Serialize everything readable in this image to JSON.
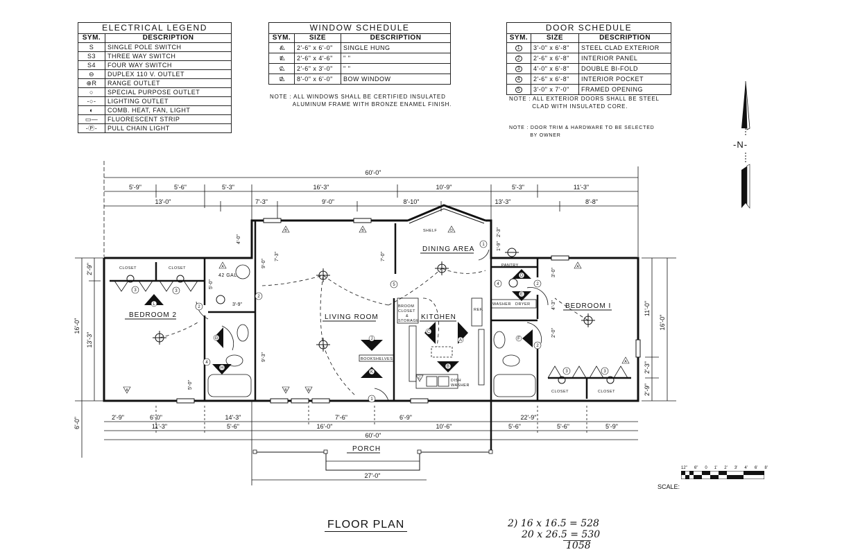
{
  "electrical_legend": {
    "title": "ELECTRICAL LEGEND",
    "headers": [
      "SYM.",
      "DESCRIPTION"
    ],
    "rows": [
      {
        "sym": "S",
        "desc": "SINGLE POLE SWITCH"
      },
      {
        "sym": "S3",
        "desc": "THREE WAY SWITCH"
      },
      {
        "sym": "S4",
        "desc": "FOUR WAY SWITCH"
      },
      {
        "sym": "⊖",
        "desc": "DUPLEX 110 V. OUTLET"
      },
      {
        "sym": "⊕R",
        "desc": "RANGE OUTLET"
      },
      {
        "sym": "○",
        "desc": "SPECIAL PURPOSE OUTLET"
      },
      {
        "sym": "-○-",
        "desc": "LIGHTING OUTLET"
      },
      {
        "sym": "◐",
        "desc": "COMB. HEAT, FAN, LIGHT"
      },
      {
        "sym": "▭—",
        "desc": "FLUORESCENT STRIP"
      },
      {
        "sym": "-Ⓟ-",
        "desc": "PULL CHAIN LIGHT"
      }
    ]
  },
  "window_schedule": {
    "title": "WINDOW SCHEDULE",
    "headers": [
      "SYM.",
      "SIZE",
      "DESCRIPTION"
    ],
    "rows": [
      {
        "sym": "A",
        "size": "2'-6\" x 6'-0\"",
        "desc": "SINGLE HUNG"
      },
      {
        "sym": "B",
        "size": "2'-6\" x 4'-6\"",
        "desc": "\"          \""
      },
      {
        "sym": "C",
        "size": "2'-6\" x 3'-0\"",
        "desc": "\"          \""
      },
      {
        "sym": "D",
        "size": "8'-0\" x 6'-0\"",
        "desc": "BOW WINDOW"
      }
    ],
    "note": "NOTE : ALL WINDOWS SHALL BE CERTIFIED INSULATED\n           ALUMINUM FRAME WITH BRONZE ENAMEL FINISH."
  },
  "door_schedule": {
    "title": "DOOR SCHEDULE",
    "headers": [
      "SYM.",
      "SIZE",
      "DESCRIPTION"
    ],
    "rows": [
      {
        "sym": "1",
        "size": "3'-0\" x 6'-8\"",
        "desc": "STEEL CLAD EXTERIOR"
      },
      {
        "sym": "2",
        "size": "2'-6\" x 6'-8\"",
        "desc": "INTERIOR PANEL"
      },
      {
        "sym": "3",
        "size": "4'-0\" x 6'-8\"",
        "desc": "DOUBLE BI-FOLD"
      },
      {
        "sym": "4",
        "size": "2'-6\" x 6'-8\"",
        "desc": "INTERIOR POCKET"
      },
      {
        "sym": "5",
        "size": "3'-0\" x 7'-0\"",
        "desc": "FRAMED OPENING"
      }
    ],
    "note1": "NOTE : ALL EXTERIOR DOORS SHALL BE STEEL\n           CLAD WITH INSULATED CORE.",
    "note2": "NOTE : DOOR TRIM & HARDWARE TO BE SELECTED\n           BY OWNER"
  },
  "north_arrow": {
    "label": "-N-"
  },
  "plan": {
    "title": "FLOOR PLAN",
    "rooms": {
      "bedroom2": "BEDROOM 2",
      "living": "LIVING ROOM",
      "dining": "DINING AREA",
      "kitchen": "KITCHEN",
      "bedroom1": "BEDROOM I",
      "porch": "PORCH",
      "closet": "CLOSET",
      "pantry": "PANTRY",
      "washer": "WASHER",
      "dryer": "DRYER",
      "broom": "BROOM",
      "broom2": "CLOSET",
      "broom3": "&",
      "broom4": "STORAGE",
      "bookshelves": "BOOKSHELVES",
      "shelf": "SHELF",
      "dishwasher1": "DISH",
      "dishwasher2": "WASHER",
      "ref": "REF.",
      "heater": "42 GAL."
    },
    "dims_top": {
      "overall": "60'-0\"",
      "row1": [
        "5'-9\"",
        "5'-6\"",
        "5'-3\"",
        "16'-3\"",
        "10'-9\"",
        "5'-3\"",
        "11'-3\""
      ],
      "row2": [
        "13'-0\"",
        "7'-3\"",
        "9'-0\"",
        "8'-10\"",
        "13'-3\"",
        "8'-8\""
      ]
    },
    "dims_bottom": {
      "row1": [
        "2'-9\"",
        "6'-0\"",
        "14'-3\"",
        "7'-6\"",
        "6'-9\"",
        "22'-9\""
      ],
      "row2": [
        "11'-3\"",
        "5'-6\"",
        "16'-0\"",
        "10'-6\"",
        "5'-6\"",
        "5'-6\"",
        "5'-9\""
      ],
      "overall": "60'-0\"",
      "porch": "27'-0\""
    },
    "dims_left": [
      "2'-9\"",
      "13'-3\"",
      "16'-0\"",
      "6'-0\""
    ],
    "dims_right": [
      "11'-0\"",
      "16'-0\"",
      "2'-3\"",
      "2'-9\""
    ],
    "dims_interior": [
      "4'-0\"",
      "5'-0\"",
      "3'-9\"",
      "7'-3\"",
      "7'-0\"",
      "9'-0\"",
      "9'-3\"",
      "5'-0\"",
      "2'-3\"",
      "1'-9\"",
      "3'-0\"",
      "4'-3\"",
      "2'-0\""
    ],
    "window_tags": [
      "A",
      "B",
      "C",
      "D"
    ],
    "door_tags": [
      "1",
      "2",
      "3",
      "4",
      "5"
    ],
    "fixture_tags": [
      "A",
      "B",
      "C",
      "D",
      "E",
      "F",
      "G",
      "H",
      "J",
      "K",
      "L"
    ]
  },
  "scale": {
    "label": "SCALE:",
    "ticks": [
      "12\"",
      "6\"",
      "0",
      "1'",
      "2'",
      "3'",
      "4'",
      "6'",
      "8'"
    ]
  },
  "handwritten": {
    "line1": "2) 16 x 16.5 = 528",
    "line2": "20 x 26.5 = 530",
    "line3": "1058"
  }
}
